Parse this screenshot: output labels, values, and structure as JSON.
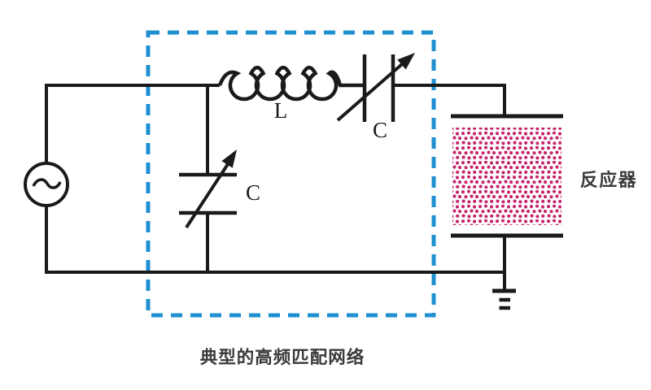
{
  "diagram": {
    "caption": "典型的高频匹配网络",
    "reactor_label": "反应器",
    "inductor_label": "L",
    "series_capacitor_label": "C",
    "shunt_capacitor_label": "C",
    "colors": {
      "wire": "#1a1a1a",
      "box": "#1e8fd0",
      "plasma": "#c4256d",
      "cjk_text": "#3a3a3a"
    }
  }
}
